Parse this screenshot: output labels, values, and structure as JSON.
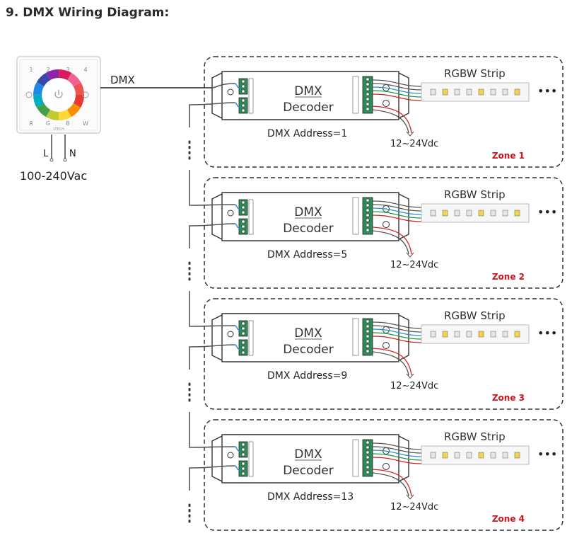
{
  "heading": "9. DMX Wiring Diagram:",
  "controller": {
    "brand": "LTECH",
    "zone_keys": [
      "1",
      "2",
      "3",
      "4"
    ],
    "channel_keys": [
      "R",
      "G",
      "B",
      "W"
    ],
    "power_labels": {
      "l": "L",
      "n": "N"
    },
    "power_input": "100-240Vac",
    "signal_label": "DMX"
  },
  "zones": [
    {
      "zone_label": "Zone 1",
      "decoder_line1": "DMX",
      "decoder_line2": "Decoder",
      "address": "DMX Address=1",
      "power": "12~24Vdc",
      "strip_label": "RGBW Strip"
    },
    {
      "zone_label": "Zone 2",
      "decoder_line1": "DMX",
      "decoder_line2": "Decoder",
      "address": "DMX Address=5",
      "power": "12~24Vdc",
      "strip_label": "RGBW Strip"
    },
    {
      "zone_label": "Zone 3",
      "decoder_line1": "DMX",
      "decoder_line2": "Decoder",
      "address": "DMX Address=9",
      "power": "12~24Vdc",
      "strip_label": "RGBW Strip"
    },
    {
      "zone_label": "Zone 4",
      "decoder_line1": "DMX",
      "decoder_line2": "Decoder",
      "address": "DMX Address=13",
      "power": "12~24Vdc",
      "strip_label": "RGBW Strip"
    }
  ],
  "colors": {
    "zone_label": "#d0121b",
    "wire_dark": "#555555",
    "wire_blue": "#1e8fd6",
    "wire_red": "#d42020",
    "wire_green": "#1f9a3c",
    "terminal_green": "#2e8b57",
    "led_yellow": "#f4d24a"
  }
}
